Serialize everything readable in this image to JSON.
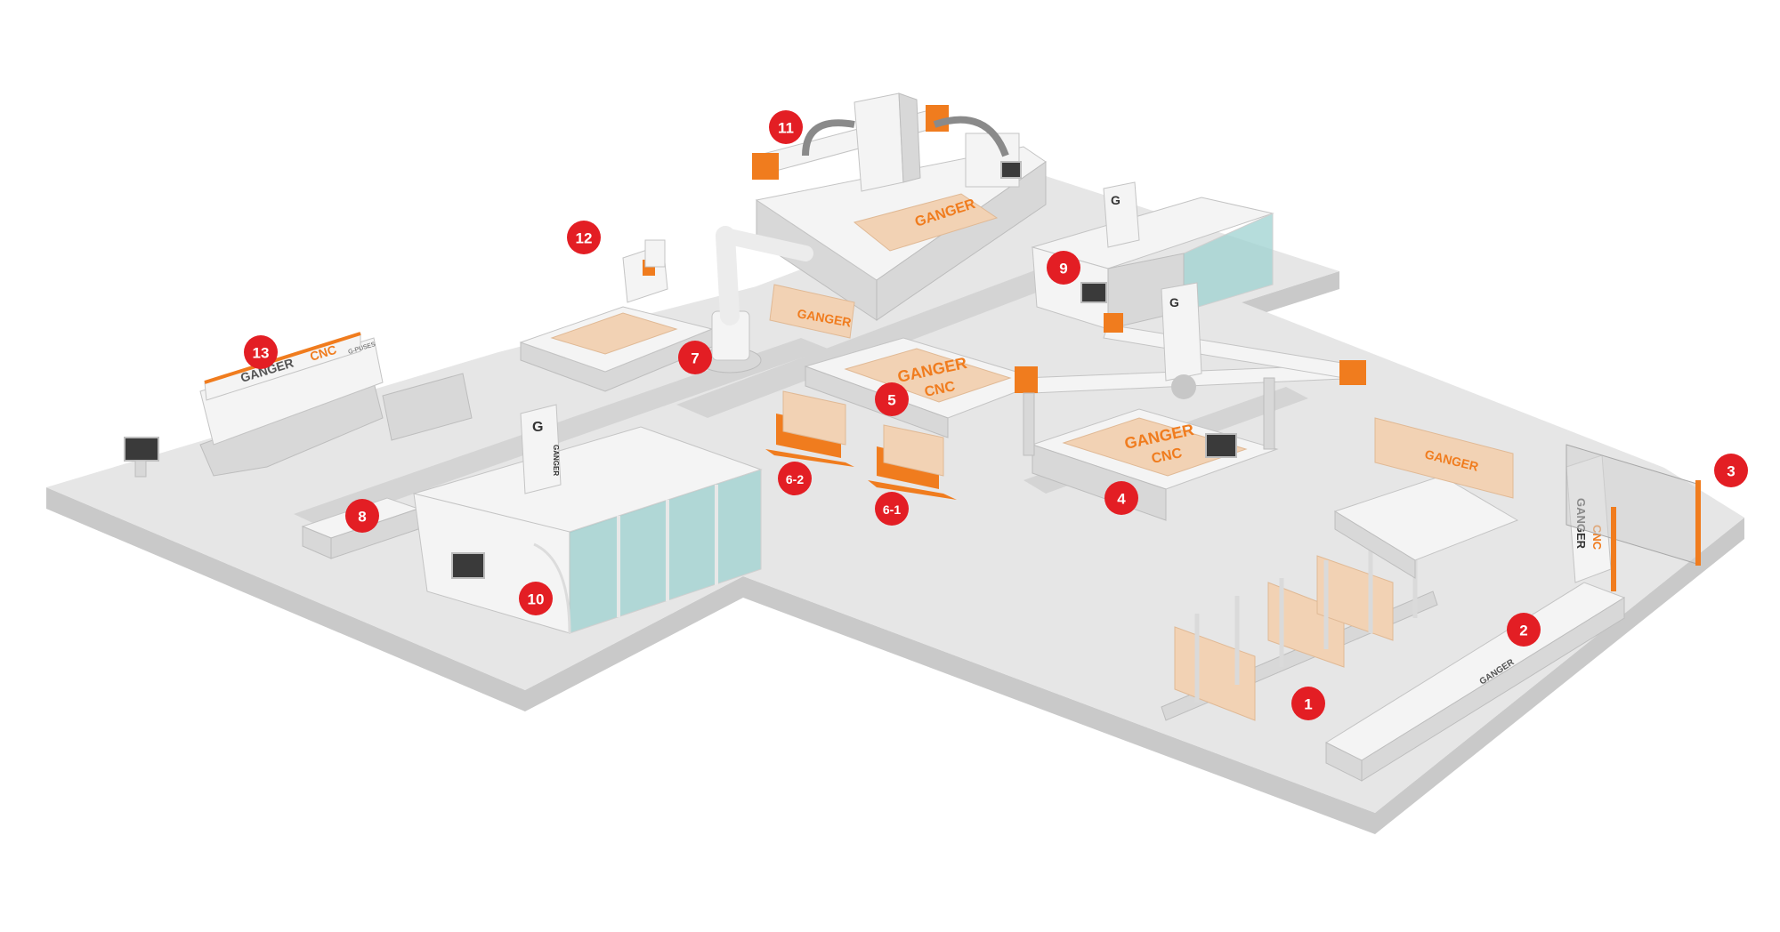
{
  "brand": {
    "name_part1": "GANGER",
    "name_part2": "CNC",
    "model": "G-PUSES",
    "gantry_label": "GANGER",
    "monogram": "G"
  },
  "markers": [
    {
      "id": "1",
      "label": "1"
    },
    {
      "id": "2",
      "label": "2"
    },
    {
      "id": "3",
      "label": "3"
    },
    {
      "id": "4",
      "label": "4"
    },
    {
      "id": "5",
      "label": "5"
    },
    {
      "id": "6-1",
      "label": "6-1"
    },
    {
      "id": "6-2",
      "label": "6-2"
    },
    {
      "id": "7",
      "label": "7"
    },
    {
      "id": "8",
      "label": "8"
    },
    {
      "id": "9",
      "label": "9"
    },
    {
      "id": "10",
      "label": "10"
    },
    {
      "id": "11",
      "label": "11"
    },
    {
      "id": "12",
      "label": "12"
    },
    {
      "id": "13",
      "label": "13"
    }
  ],
  "colors": {
    "floor_top": "#e6e6e6",
    "floor_side": "#c9c9c9",
    "machine": "#f4f4f4",
    "machine_shade": "#d8d8d8",
    "accent": "#f07c1e",
    "marker": "#e31e24",
    "glass": "#9ed2d0",
    "slab": "#f2d2b4"
  }
}
